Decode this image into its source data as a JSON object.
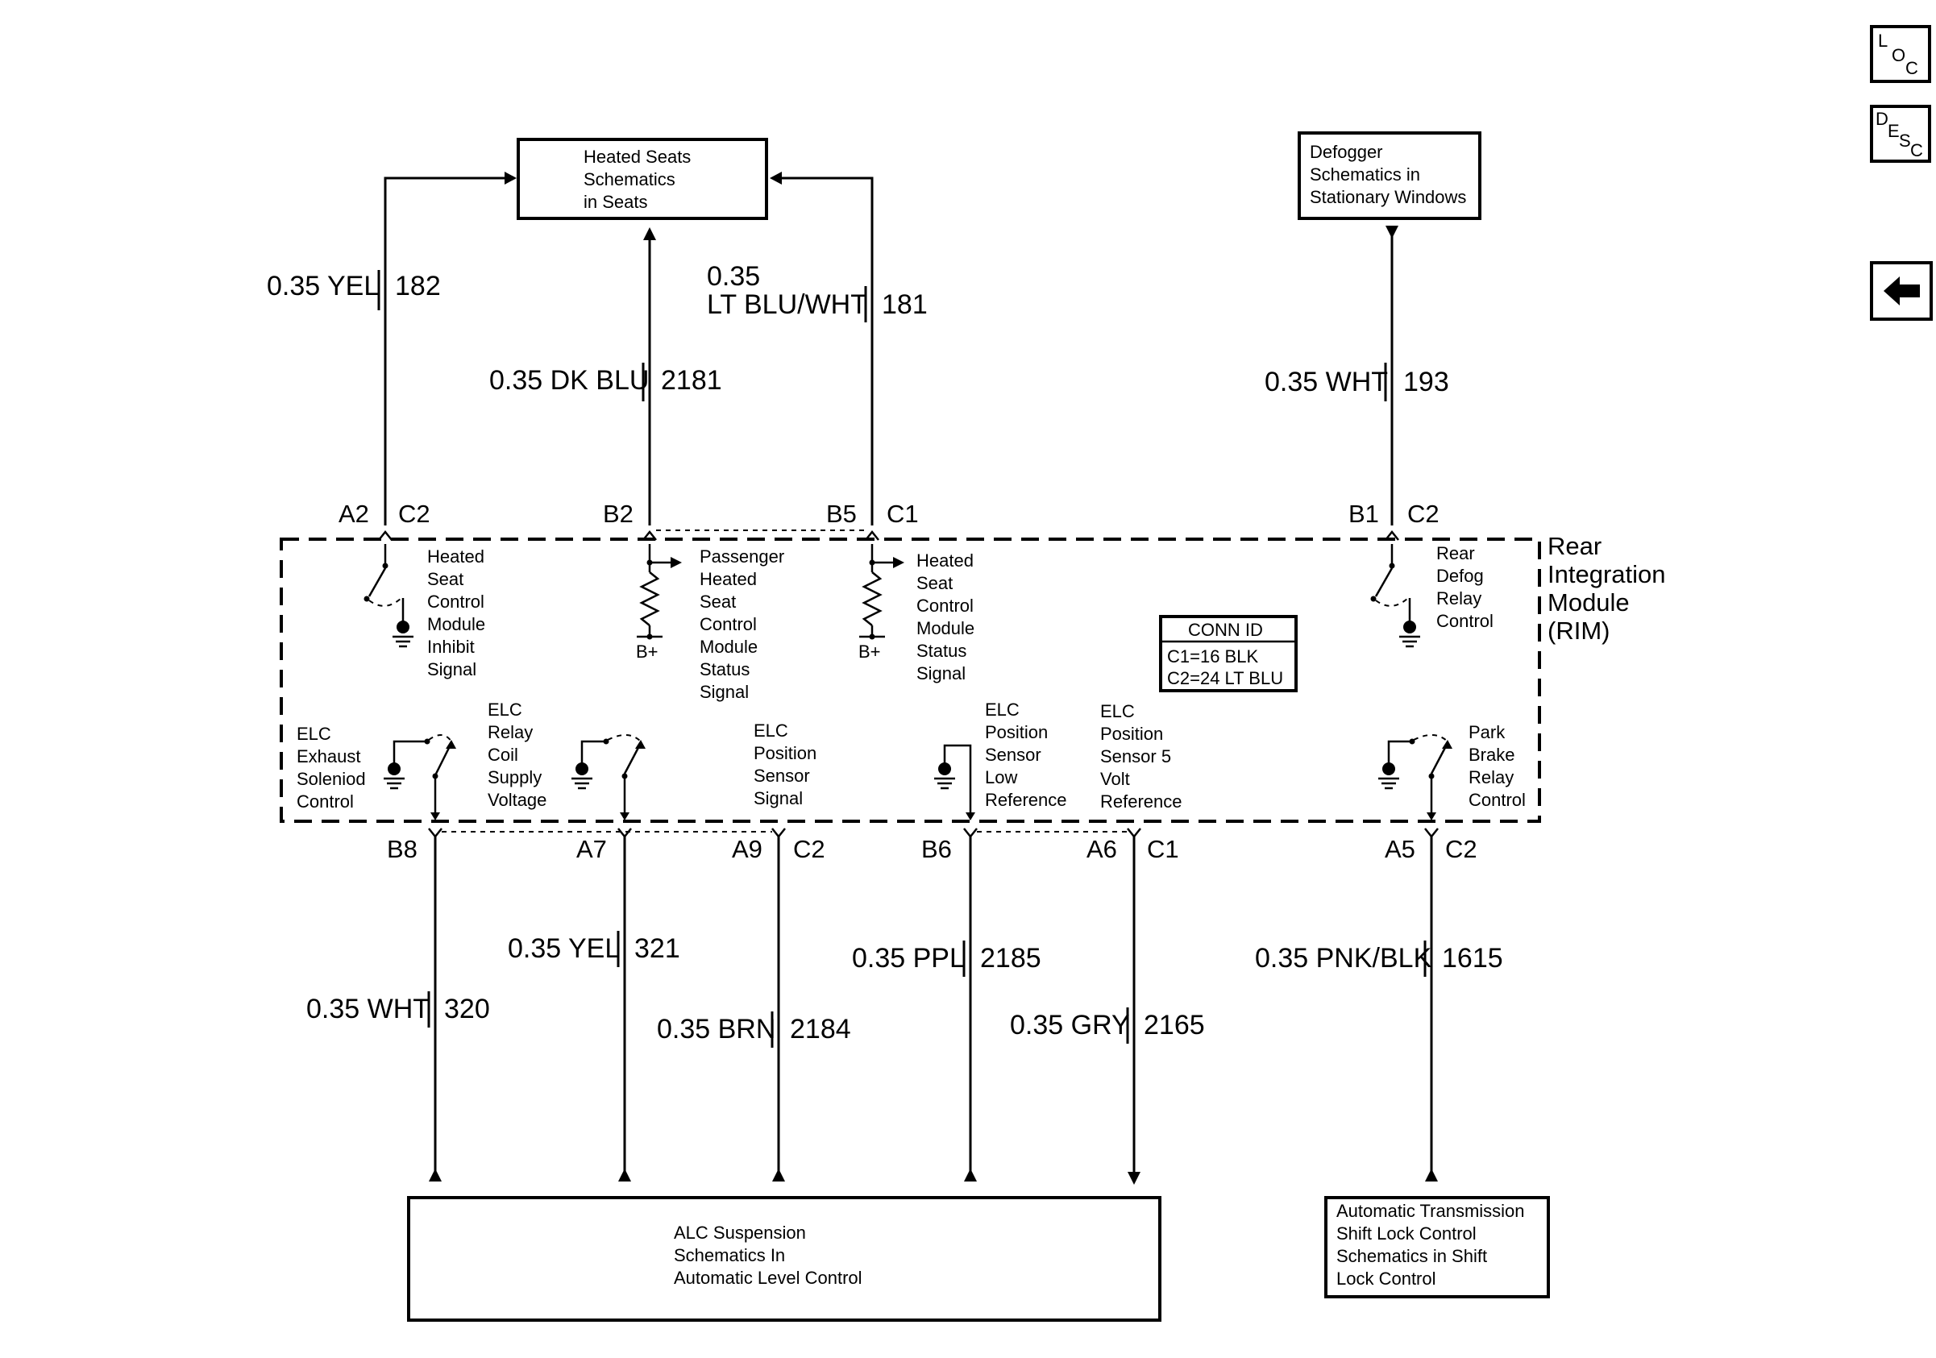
{
  "boxes": {
    "heated_seats": [
      "Heated Seats",
      "Schematics",
      "in Seats"
    ],
    "defogger": [
      "Defogger",
      "Schematics in",
      "Stationary Windows"
    ],
    "alc": [
      "ALC Suspension",
      "Schematics In",
      "Automatic Level Control"
    ],
    "shift_lock": [
      "Automatic Transmission",
      "Shift Lock Control",
      "Schematics in Shift",
      "Lock Control"
    ]
  },
  "nav": {
    "loc": [
      "L",
      "O",
      "C"
    ],
    "desc": [
      "D",
      "E",
      "S",
      "C"
    ]
  },
  "module": {
    "name": [
      "Rear",
      "Integration",
      "Module",
      "(RIM)"
    ],
    "conn_id_title": "CONN ID",
    "conn_id_lines": [
      "C1=16 BLK",
      "C2=24 LT BLU"
    ]
  },
  "wires_top": {
    "w182": {
      "gauge": "0.35 YEL",
      "circuit": "182",
      "pin": "A2",
      "conn": "C2"
    },
    "w2181": {
      "gauge": "0.35 DK BLU",
      "circuit": "2181",
      "pin": "B2"
    },
    "w181": {
      "gauge_line1": "0.35",
      "gauge_line2": "LT BLU/WHT",
      "circuit": "181",
      "pin": "B5",
      "conn": "C1"
    },
    "w193": {
      "gauge": "0.35 WHT",
      "circuit": "193",
      "pin": "B1",
      "conn": "C2"
    }
  },
  "wires_bottom": {
    "w320": {
      "gauge": "0.35 WHT",
      "circuit": "320",
      "pin": "B8"
    },
    "w321": {
      "gauge": "0.35 YEL",
      "circuit": "321",
      "pin": "A7"
    },
    "w2184": {
      "gauge": "0.35 BRN",
      "circuit": "2184",
      "pin": "A9",
      "conn": "C2"
    },
    "w2185": {
      "gauge": "0.35 PPL",
      "circuit": "2185",
      "pin": "B6"
    },
    "w2165": {
      "gauge": "0.35 GRY",
      "circuit": "2165",
      "pin": "A6",
      "conn": "C1"
    },
    "w1615": {
      "gauge": "0.35 PNK/BLK",
      "circuit": "1615",
      "pin": "A5",
      "conn": "C2"
    }
  },
  "signals": {
    "hs_inhibit": [
      "Heated",
      "Seat",
      "Control",
      "Module",
      "Inhibit",
      "Signal"
    ],
    "pass_status": [
      "Passenger",
      "Heated",
      "Seat",
      "Control",
      "Module",
      "Status",
      "Signal"
    ],
    "hs_status": [
      "Heated",
      "Seat",
      "Control",
      "Module",
      "Status",
      "Signal"
    ],
    "rear_defog": [
      "Rear",
      "Defog",
      "Relay",
      "Control"
    ],
    "elc_exhaust": [
      "ELC",
      "Exhaust",
      "Soleniod",
      "Control"
    ],
    "elc_relay": [
      "ELC",
      "Relay",
      "Coil",
      "Supply",
      "Voltage"
    ],
    "elc_pos_signal": [
      "ELC",
      "Position",
      "Sensor",
      "Signal"
    ],
    "elc_pos_low": [
      "ELC",
      "Position",
      "Sensor",
      "Low",
      "Reference"
    ],
    "elc_pos_5v": [
      "ELC",
      "Position",
      "Sensor 5",
      "Volt",
      "Reference"
    ],
    "park_brake": [
      "Park",
      "Brake",
      "Relay",
      "Control"
    ],
    "bplus": "B+"
  }
}
